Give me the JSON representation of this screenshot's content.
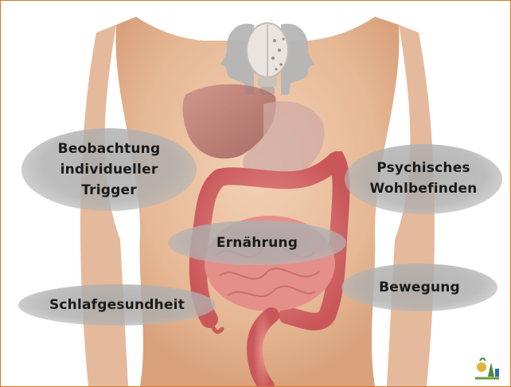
{
  "labels": {
    "observation": "Beobachtung\nindividueller\nTrigger",
    "wellbeing": "Psychisches\nWohlbefinden",
    "nutrition": "Ernährung",
    "exercise": "Bewegung",
    "sleep": "Schlafgesundheit"
  },
  "colors": {
    "frame_border": "#d9772c",
    "bubble": "#aaaaaa",
    "skin": "#e8c0a0",
    "intestine": "#d9716a",
    "liver": "#a35a55",
    "stomach": "#c9a0a0",
    "head_silhouette": "#b9b9b9"
  },
  "icons": [
    "head-profile-left-icon",
    "head-profile-right-icon",
    "brain-bulb-icon",
    "logo-icon"
  ]
}
